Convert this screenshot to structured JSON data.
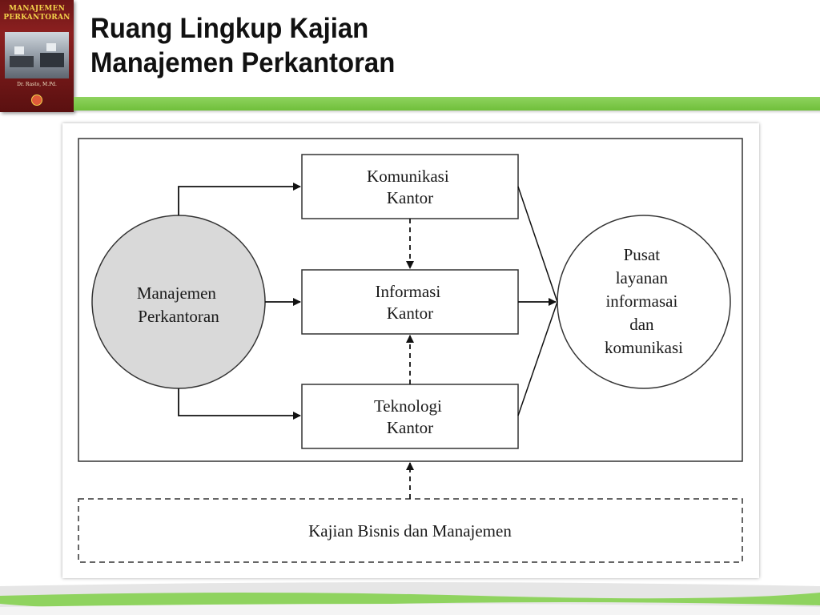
{
  "slide": {
    "title_line1": "Ruang Lingkup Kajian",
    "title_line2": "Manajemen Perkantoran"
  },
  "book_cover": {
    "title_line1": "MANAJEMEN",
    "title_line2": "PERKANTORAN",
    "author": "Dr. Rasto, M.Pd."
  },
  "diagram": {
    "circle_left": {
      "line1": "Manajemen",
      "line2": "Perkantoran"
    },
    "box_komunikasi": {
      "line1": "Komunikasi",
      "line2": "Kantor"
    },
    "box_informasi": {
      "line1": "Informasi",
      "line2": "Kantor"
    },
    "box_teknologi": {
      "line1": "Teknologi",
      "line2": "Kantor"
    },
    "circle_right": {
      "line1": "Pusat",
      "line2": "layanan",
      "line3": "informasai",
      "line4": "dan",
      "line5": "komunikasi"
    },
    "bottom_box": "Kajian Bisnis dan Manajemen"
  },
  "colors": {
    "accent_green": "#6fbf3a",
    "circle_fill": "#d9d9d9",
    "cover_red": "#8c2020"
  }
}
